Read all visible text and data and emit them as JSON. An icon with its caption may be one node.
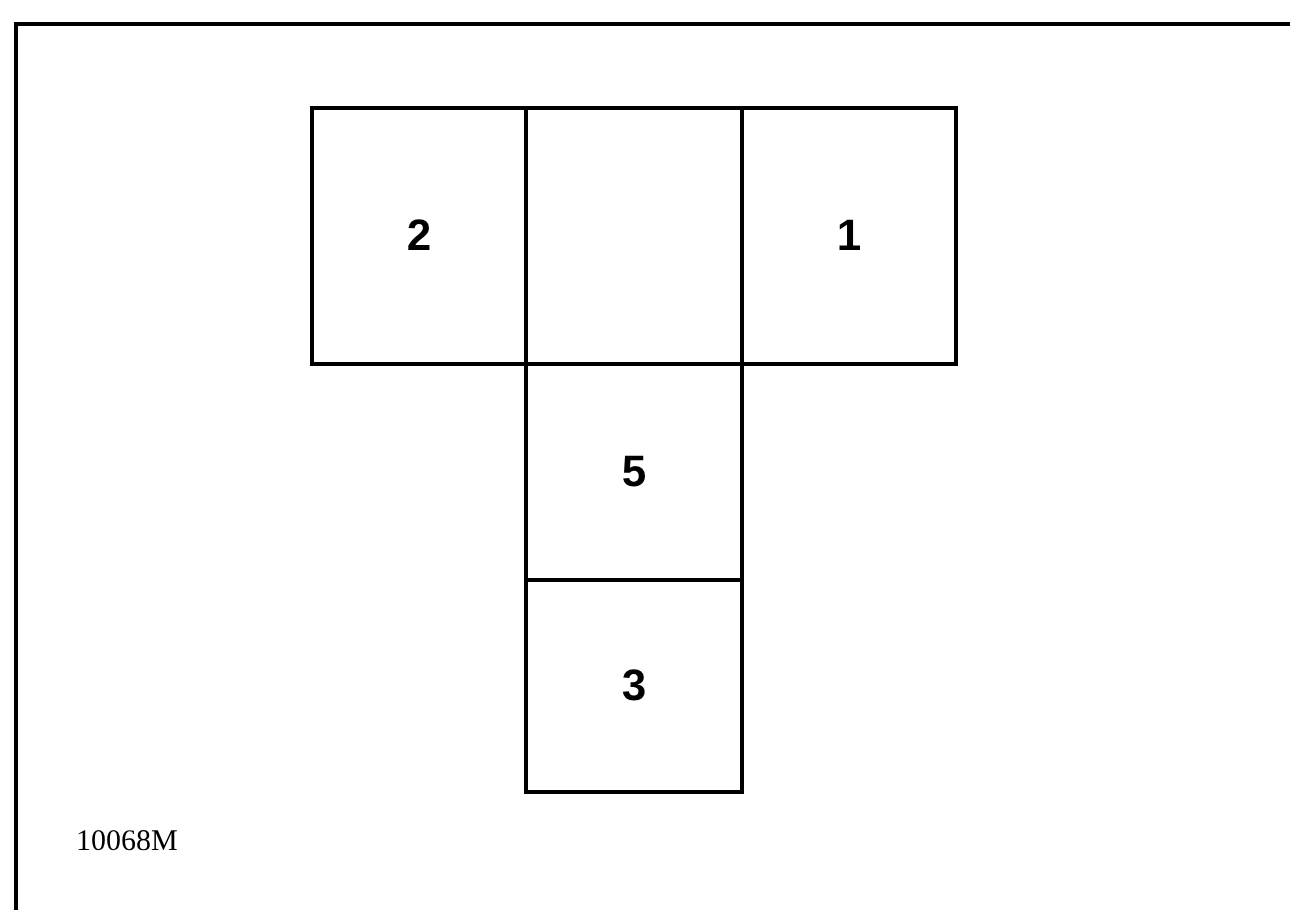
{
  "diagram": {
    "nodes": [
      {
        "text": [
          "2"
        ]
      },
      {
        "text": [],
        "shape": "box"
      },
      {
        "text": [
          "1"
        ]
      },
      {
        "text": [
          "5"
        ]
      },
      {
        "text": [
          "3"
        ]
      }
    ],
    "labels": [
      "10068M"
    ]
  }
}
